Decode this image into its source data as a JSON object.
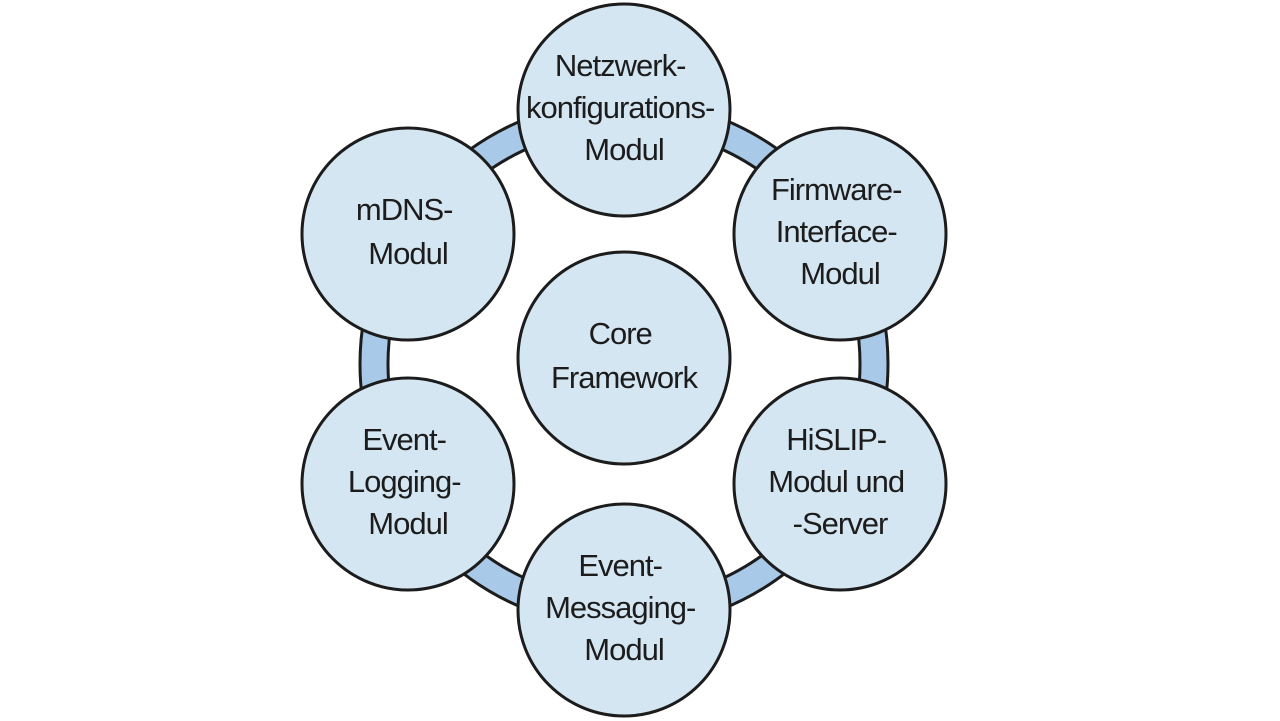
{
  "diagram": {
    "core": {
      "lines": [
        "Core",
        "Framework"
      ]
    },
    "modules": [
      {
        "id": "netzwerk",
        "lines": [
          "Netzwerk-",
          "konfigurations-",
          "Modul"
        ]
      },
      {
        "id": "firmware",
        "lines": [
          "Firmware-",
          "Interface-",
          "Modul"
        ]
      },
      {
        "id": "hislip",
        "lines": [
          "HiSLIP-",
          "Modul und",
          "-Server"
        ]
      },
      {
        "id": "event-messaging",
        "lines": [
          "Event-",
          "Messaging-",
          "Modul"
        ]
      },
      {
        "id": "event-logging",
        "lines": [
          "Event-",
          "Logging-",
          "Modul"
        ]
      },
      {
        "id": "mdns",
        "lines": [
          "mDNS-",
          "Modul"
        ]
      }
    ],
    "colors": {
      "node_fill": "#d5e6f3",
      "ring_fill": "#a9c9e8",
      "outline": "#1c1c1c"
    }
  }
}
